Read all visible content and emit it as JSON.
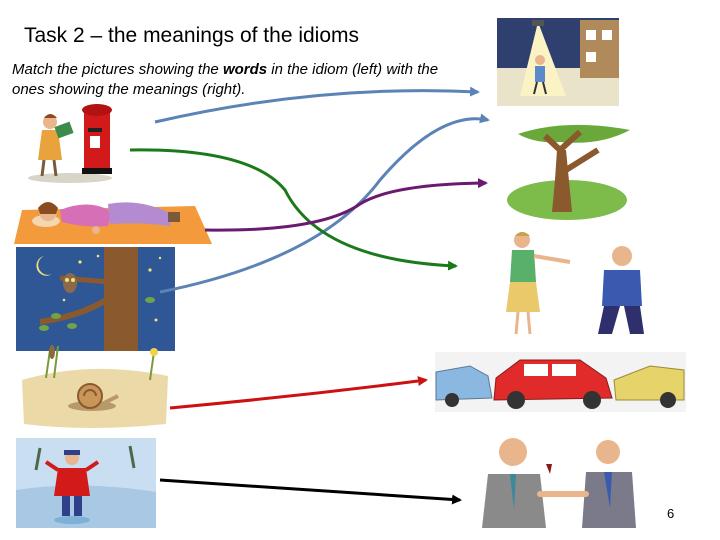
{
  "slide": {
    "title": "Task 2 – the meanings of the idioms",
    "instructions": {
      "before": "Match the pictures showing the ",
      "bold": "words",
      "after": " in the idiom (left) with the ones showing the meanings (right)."
    },
    "page_number": "6"
  },
  "colors": {
    "arrow_blue": "#5b83b6",
    "arrow_green": "#1a7a1a",
    "arrow_purple": "#6a1b70",
    "arrow_red": "#cc1111",
    "arrow_black": "#000000"
  },
  "left_pictures": [
    "postbox-picture",
    "sleeping-woman-picture",
    "owl-tree-picture",
    "snail-picture",
    "frozen-man-picture"
  ],
  "right_pictures": [
    "spotlight-picture",
    "tree-picture",
    "pointing-people-picture",
    "cars-picture",
    "handshake-picture"
  ]
}
